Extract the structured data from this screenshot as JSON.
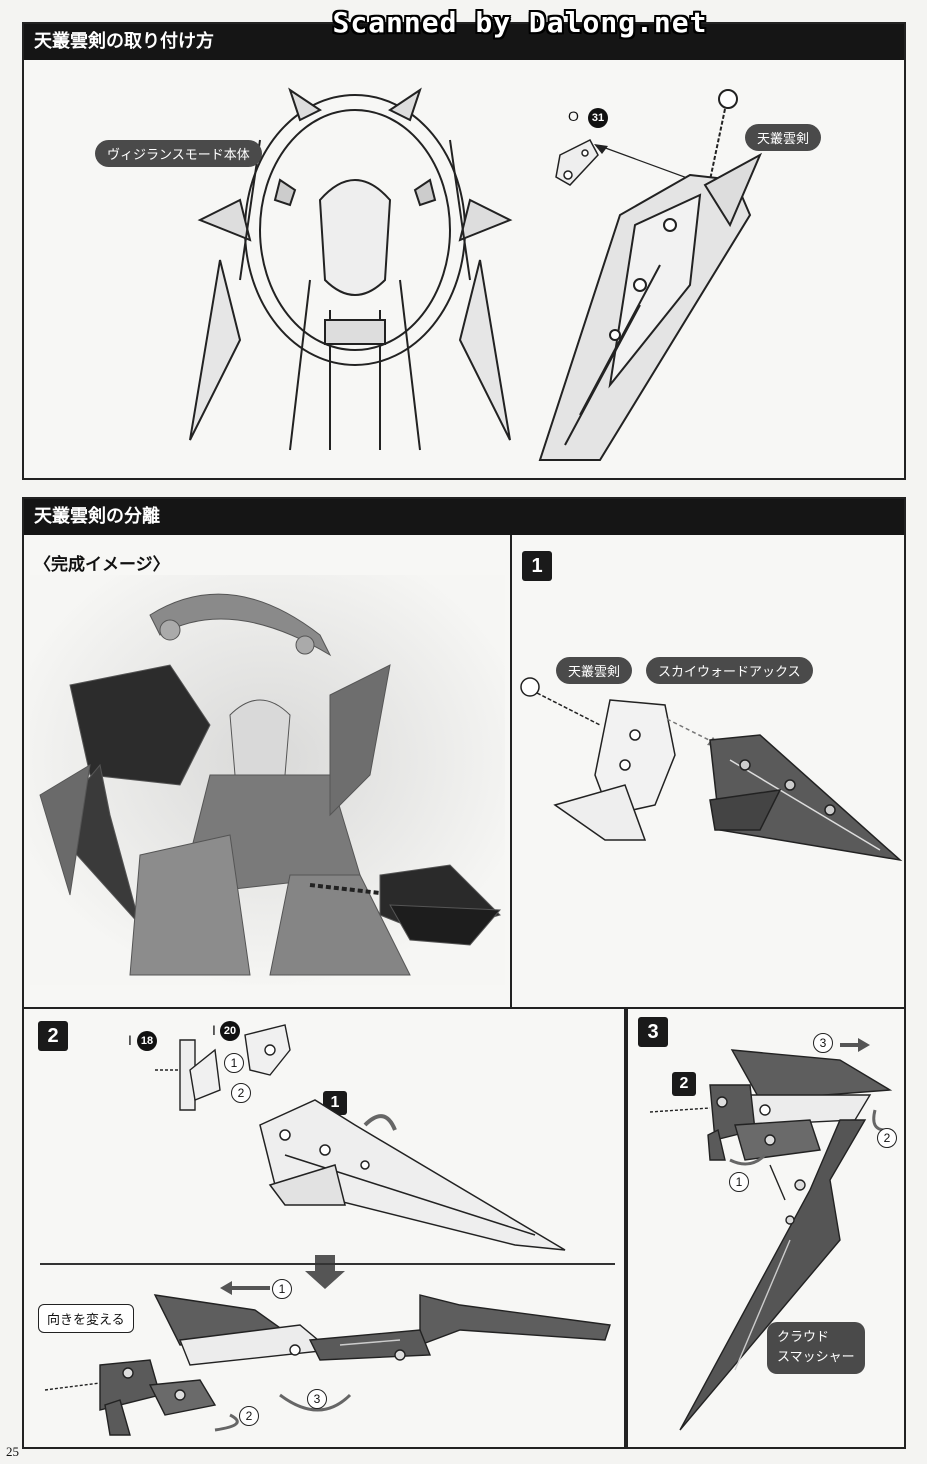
{
  "watermark": "Scanned by Dalong.net",
  "section1": {
    "title": "天叢雲剣の取り付け方",
    "label_body": "ヴィジランスモード本体",
    "label_sword": "天叢雲剣",
    "part_runner": "O",
    "part_number": "31"
  },
  "section2": {
    "title": "天叢雲剣の分離",
    "complete_image": "〈完成イメージ〉",
    "step1": {
      "number": "1",
      "label_sword": "天叢雲剣",
      "label_axe": "スカイウォードアックス"
    },
    "step2": {
      "number": "2",
      "part_a_runner": "I",
      "part_a_number": "18",
      "part_b_runner": "I",
      "part_b_number": "20",
      "ref_step": "1",
      "circle1": "1",
      "circle2": "2",
      "circle1b": "1",
      "circle2b": "2",
      "circle3": "3",
      "label_turn": "向きを変える"
    },
    "step3": {
      "number": "3",
      "ref_step": "2",
      "circle3": "3",
      "circle2": "2",
      "circle1": "1",
      "label_smasher_line1": "クラウド",
      "label_smasher_line2": "スマッシャー"
    }
  },
  "page_number": "25"
}
